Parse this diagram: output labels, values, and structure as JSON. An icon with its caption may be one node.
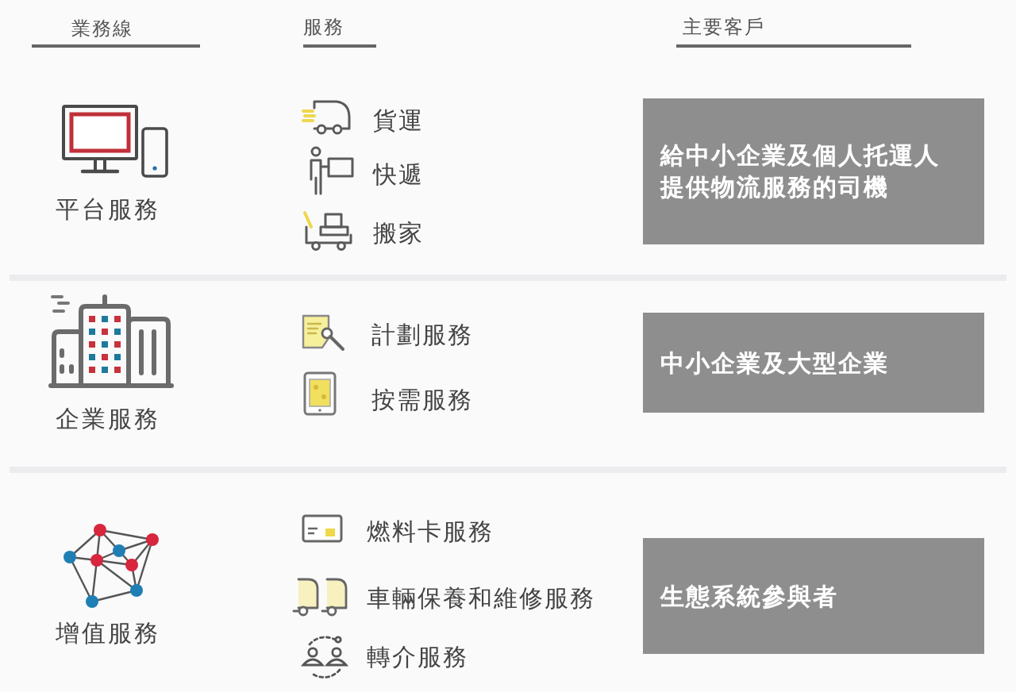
{
  "diagram": {
    "nodes": [
      {
        "text": [
          "給中小企業及個人托運人提供物流服務的司機"
        ]
      },
      {
        "text": [
          "中小企業及大型企業"
        ]
      },
      {
        "text": [
          "生態系統參與者"
        ]
      }
    ],
    "labels": [
      "業務線",
      "服務",
      "主要客戶",
      "平台服務",
      "貨運",
      "快遞",
      "搬家",
      "企業服務",
      "計劃服務",
      "按需服務",
      "增值服務",
      "燃料卡服務",
      "車輛保養和維修服務",
      "轉介服務"
    ]
  }
}
